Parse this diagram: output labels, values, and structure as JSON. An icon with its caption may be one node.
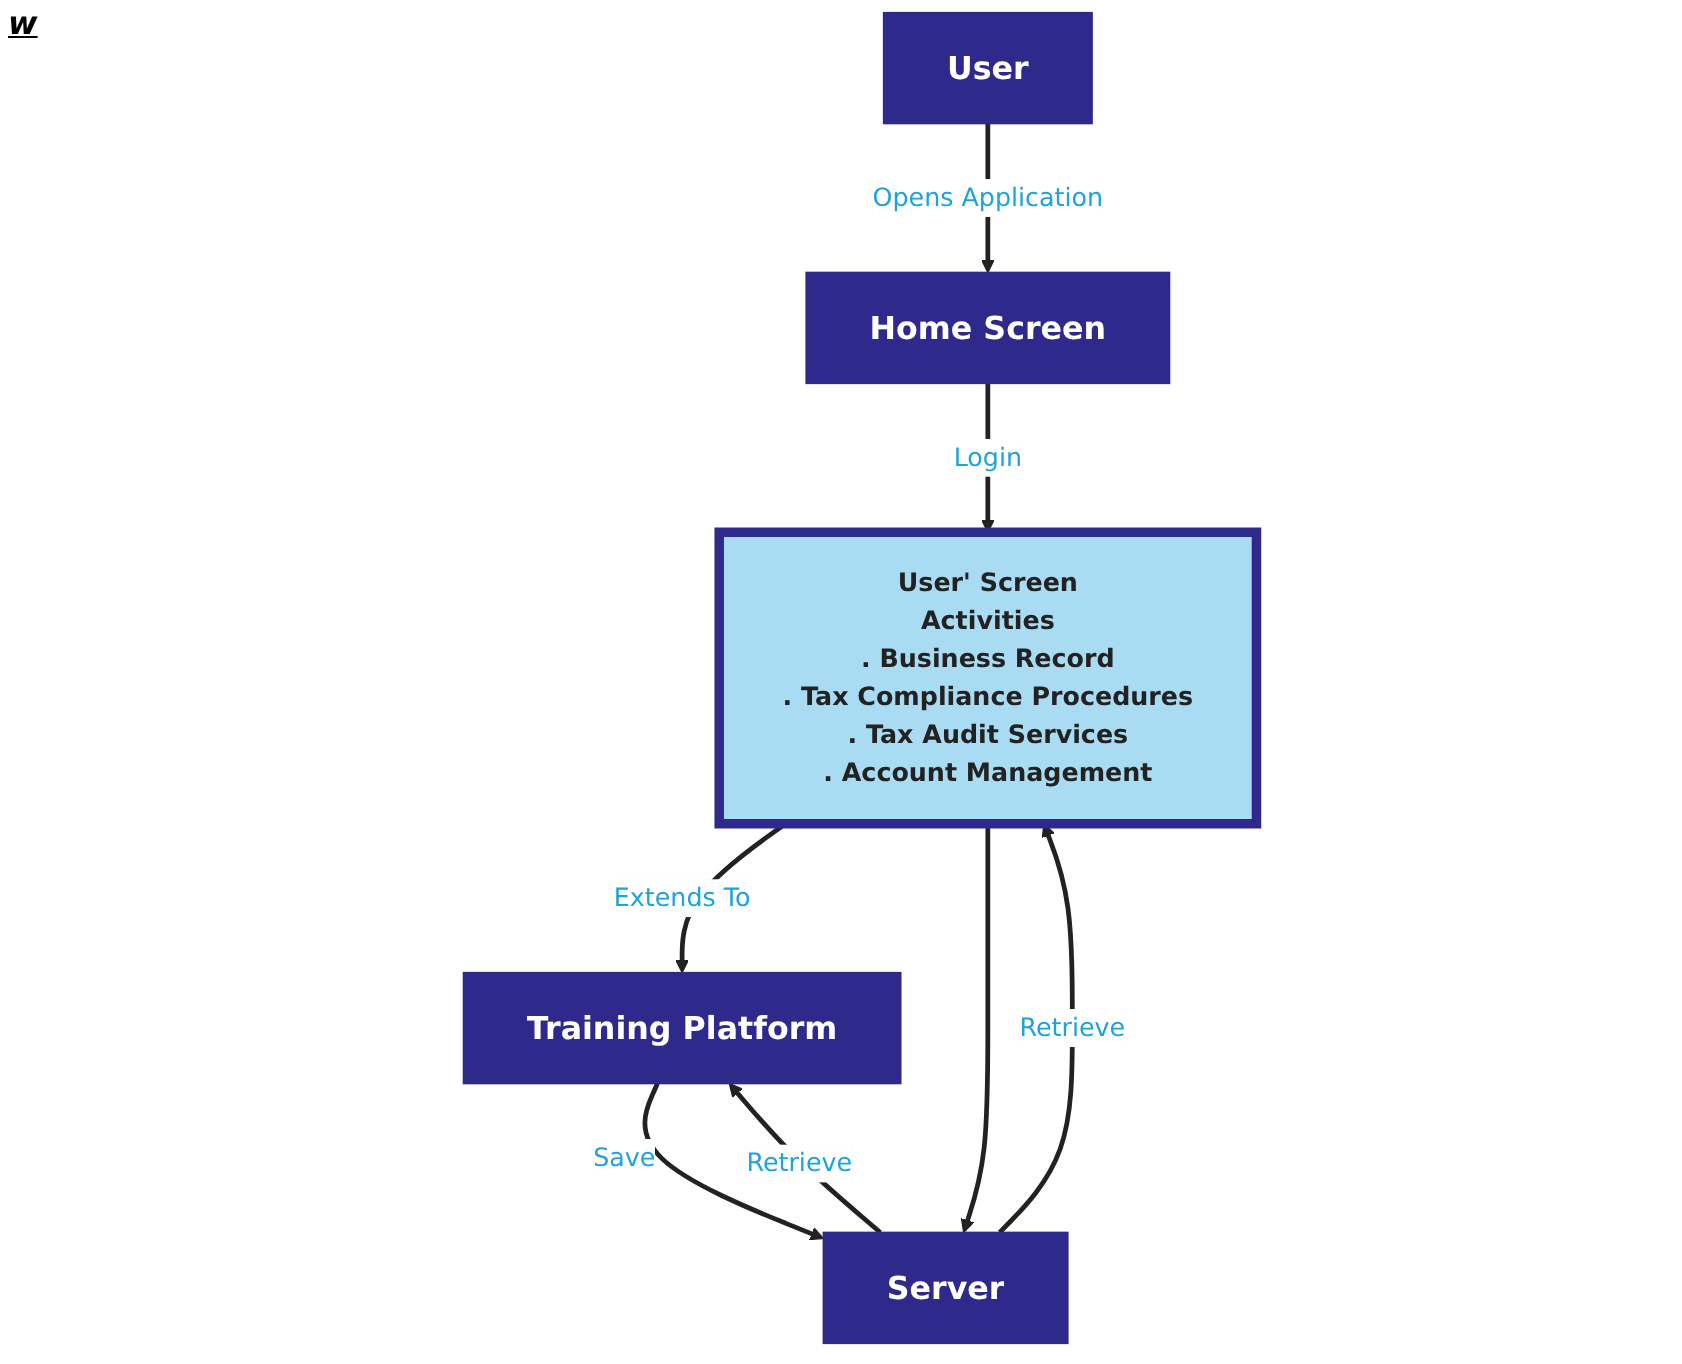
{
  "diagram": {
    "nodes": [
      {
        "text": [
          "User"
        ]
      },
      {
        "text": [
          "Home Screen"
        ]
      },
      {
        "text": [
          "User' Screen",
          "Activities",
          ". Business Record",
          ". Tax Compliance Procedures",
          ". Tax Audit Services",
          ". Account Management"
        ]
      },
      {
        "text": [
          "Training Platform"
        ]
      },
      {
        "text": [
          "Server"
        ]
      }
    ],
    "edges": [
      {
        "from": 0,
        "to": 1,
        "arrow": "to",
        "label": "Opens Application"
      },
      {
        "from": 1,
        "to": 2,
        "arrow": "to",
        "label": "Login"
      },
      {
        "from": 2,
        "to": 3,
        "arrow": "to",
        "label": "Extends To"
      },
      {
        "from": 2,
        "to": 4,
        "arrow": "to"
      },
      {
        "from": 3,
        "to": 4,
        "arrow": "to",
        "label": "Save"
      },
      {
        "from": 4,
        "to": 2,
        "arrow": "to",
        "label": "Retrieve"
      },
      {
        "from": 4,
        "to": 3,
        "arrow": "to",
        "label": "Retrieve"
      }
    ],
    "labels": [
      "w"
    ]
  }
}
